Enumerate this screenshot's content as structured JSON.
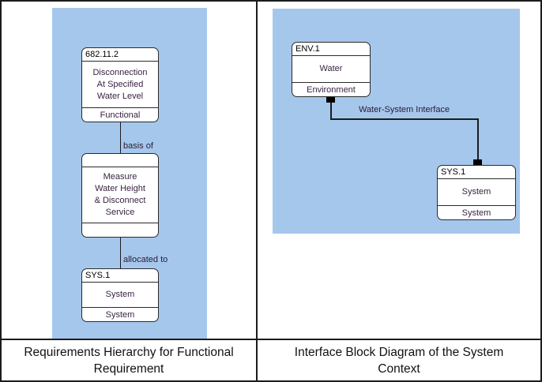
{
  "figure": {
    "left": {
      "caption": "Requirements Hierarchy for Functional\nRequirement",
      "nodes": {
        "requirement": {
          "header": "682.11.2",
          "body": "Disconnection\nAt Specified\nWater Level",
          "footer": "Functional"
        },
        "action": {
          "header": "",
          "body": "Measure\nWater Height\n& Disconnect\nService",
          "footer": ""
        },
        "system": {
          "header": "SYS.1",
          "body": "System",
          "footer": "System"
        }
      },
      "edges": {
        "basis_of": "basis of",
        "allocated_to": "allocated to"
      }
    },
    "right": {
      "caption": "Interface Block Diagram of the System\nContext",
      "nodes": {
        "environment": {
          "header": "ENV.1",
          "body": "Water",
          "footer": "Environment"
        },
        "system": {
          "header": "SYS.1",
          "body": "System",
          "footer": "System"
        }
      },
      "edges": {
        "interface": "Water-System Interface"
      }
    },
    "colors": {
      "canvas_blue": "#a5c7ec",
      "node_text": "#3a2342",
      "line": "#1b1b1b"
    }
  }
}
